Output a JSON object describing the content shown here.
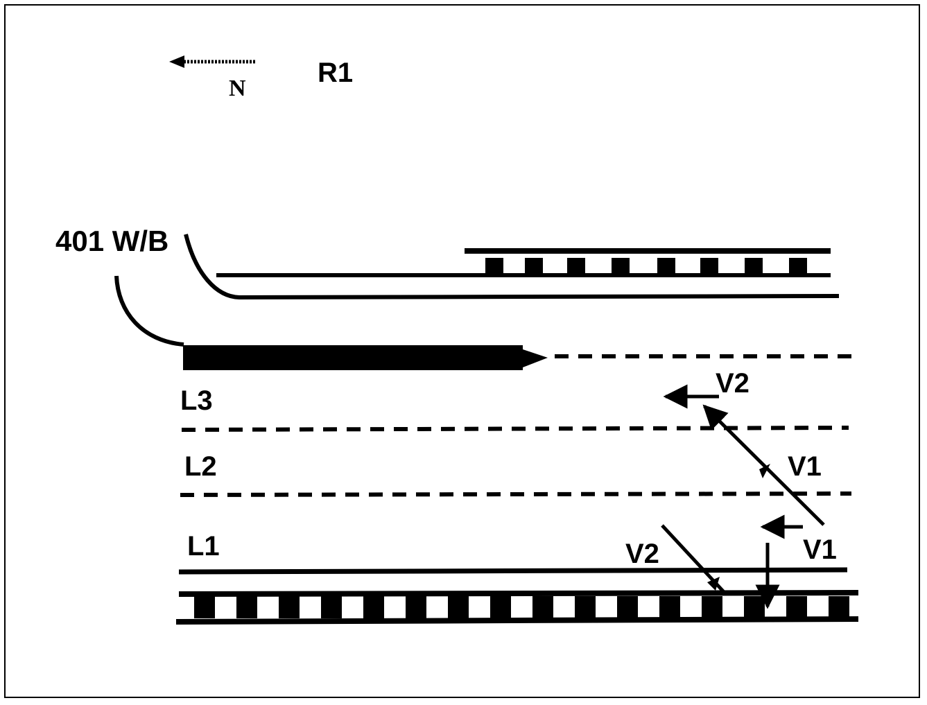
{
  "compass": {
    "letter": "N"
  },
  "diagram_id": "R1",
  "ramp_label": "401 W/B",
  "lanes": {
    "l3": "L3",
    "l2": "L2",
    "l1": "L1"
  },
  "vehicles": {
    "v2_upper": "V2",
    "v1_upper": "V1",
    "v1_lower": "V1",
    "v2_lower": "V2"
  },
  "colors": {
    "ink": "#000000",
    "background": "#ffffff"
  }
}
